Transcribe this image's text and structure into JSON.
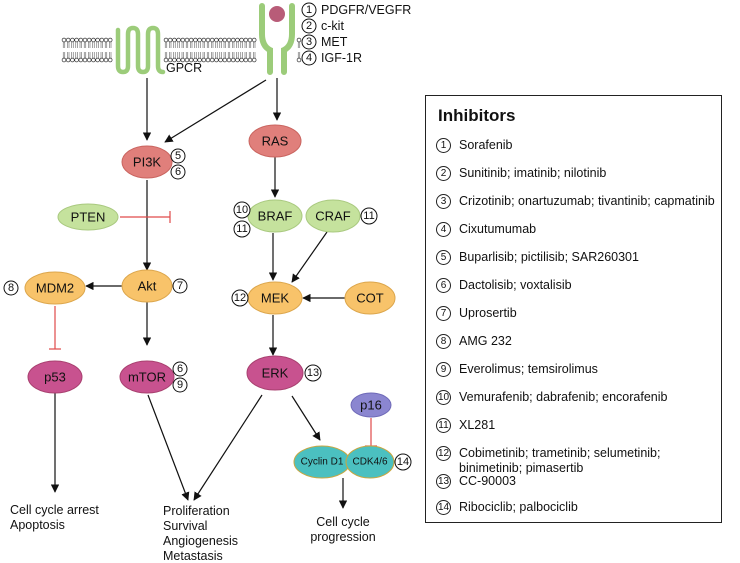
{
  "receptors": {
    "gpcr_label": "GPCR",
    "rtk_list": [
      {
        "num": "1",
        "name": "PDGFR/VEGFR"
      },
      {
        "num": "2",
        "name": "c-kit"
      },
      {
        "num": "3",
        "name": "MET"
      },
      {
        "num": "4",
        "name": "IGF-1R"
      }
    ]
  },
  "nodes": {
    "pi3k": "PI3K",
    "pten": "PTEN",
    "akt": "Akt",
    "mdm2": "MDM2",
    "p53": "p53",
    "mtor": "mTOR",
    "ras": "RAS",
    "braf": "BRAF",
    "craf": "CRAF",
    "mek": "MEK",
    "cot": "COT",
    "erk": "ERK",
    "p16": "p16",
    "cyclin_d1": "Cyclin D1",
    "cdk46": "CDK4/6"
  },
  "node_numbers": {
    "pi3k_a": "5",
    "pi3k_b": "6",
    "akt": "7",
    "mdm2": "8",
    "mtor_a": "6",
    "mtor_b": "9",
    "braf_a": "10",
    "braf_b": "11",
    "craf": "11",
    "mek": "12",
    "erk": "13",
    "cdk46": "14"
  },
  "outcomes": {
    "p53_line1": "Cell cycle arrest",
    "p53_line2": "Apoptosis",
    "main_line1": "Proliferation",
    "main_line2": "Survival",
    "main_line3": "Angiogenesis",
    "main_line4": "Metastasis",
    "cdk_line1": "Cell cycle",
    "cdk_line2": "progression"
  },
  "legend": {
    "title": "Inhibitors",
    "items": [
      {
        "num": "1",
        "text": "Sorafenib"
      },
      {
        "num": "2",
        "text": "Sunitinib; imatinib; nilotinib"
      },
      {
        "num": "3",
        "text": "Crizotinib; onartuzumab; tivantinib; capmatinib"
      },
      {
        "num": "4",
        "text": "Cixutumumab"
      },
      {
        "num": "5",
        "text": "Buparlisib; pictilisib; SAR260301"
      },
      {
        "num": "6",
        "text": "Dactolisib; voxtalisib"
      },
      {
        "num": "7",
        "text": "Uprosertib"
      },
      {
        "num": "8",
        "text": "AMG 232"
      },
      {
        "num": "9",
        "text": "Everolimus; temsirolimus"
      },
      {
        "num": "10",
        "text": "Vemurafenib; dabrafenib; encorafenib"
      },
      {
        "num": "11",
        "text": "XL281"
      },
      {
        "num": "12",
        "text": "Cobimetinib; trametinib; selumetinib; binimetinib; pimasertib"
      },
      {
        "num": "13",
        "text": "CC-90003"
      },
      {
        "num": "14",
        "text": "Ribociclib; palbociclib"
      }
    ]
  },
  "colors": {
    "membrane_green": "#9ccc7a",
    "ligand": "#b85c78",
    "pi3k_ras": "#e07f7b",
    "pten_braf_craf": "#c5e29d",
    "akt_mek_mdm2_cot": "#f8c36a",
    "p53_mtor_erk": "#c8528f",
    "p16": "#8b86d0",
    "cyclin_cdk": "#4bc0c0",
    "inhibition": "#e04a4a"
  }
}
